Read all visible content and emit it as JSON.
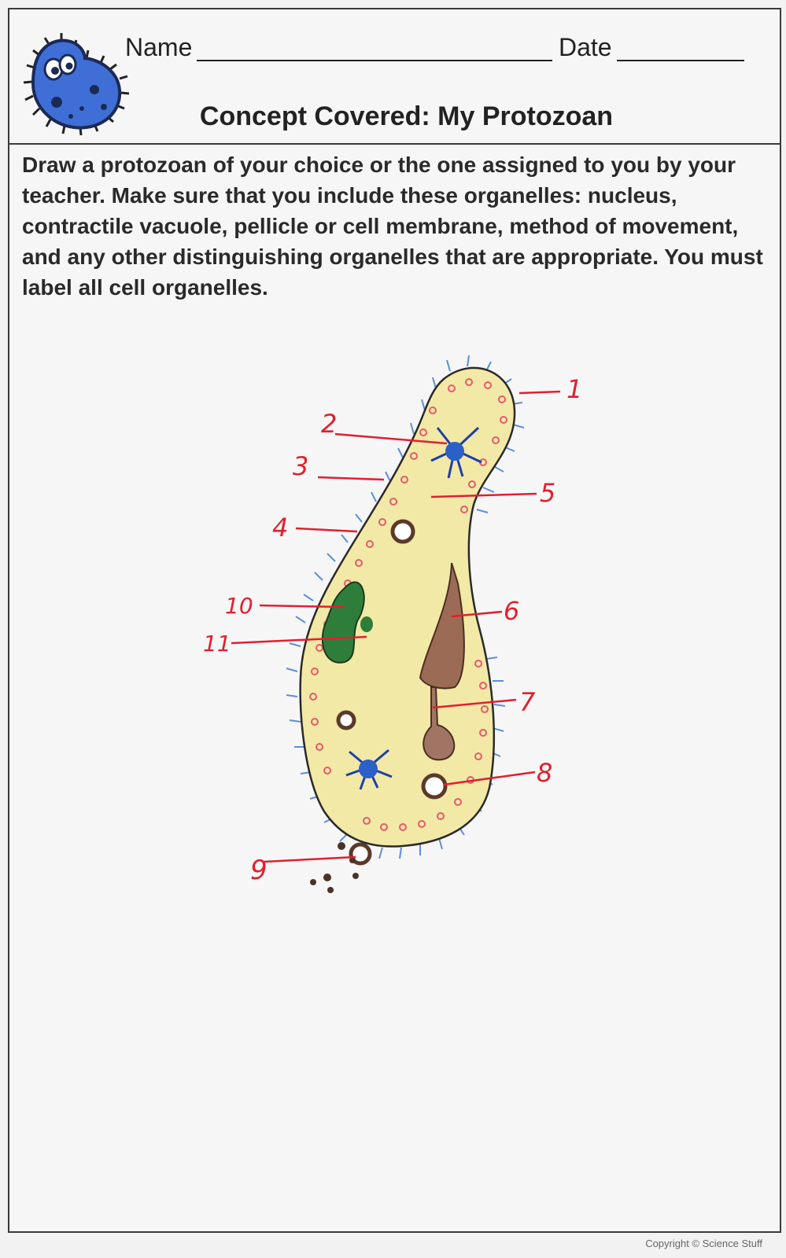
{
  "header": {
    "name_label": "Name",
    "date_label": "Date",
    "concept_title": "Concept Covered:  My Protozoan"
  },
  "instructions": "Draw a protozoan of your choice or the one assigned to you by your teacher.  Make sure that you include these organelles: nucleus, contractile vacuole, pellicle or cell membrane, method of movement, and any other distinguishing organelles that are appropriate.  You must label all cell organelles.",
  "labels": {
    "l1": "1",
    "l2": "2",
    "l3": "3",
    "l4": "4",
    "l5": "5",
    "l6": "6",
    "l7": "7",
    "l8": "8",
    "l9": "9",
    "l10": "10",
    "l11": "11"
  },
  "colors": {
    "label_ink": "#e0202e",
    "cytoplasm": "#f3e9a6",
    "cilia": "#5a8fd6",
    "nucleus": "#2d5fc9",
    "oral_groove": "#9b6b55",
    "macronucleus": "#2f7d3a"
  },
  "footer": {
    "copyright": "Copyright © Science Stuff"
  }
}
